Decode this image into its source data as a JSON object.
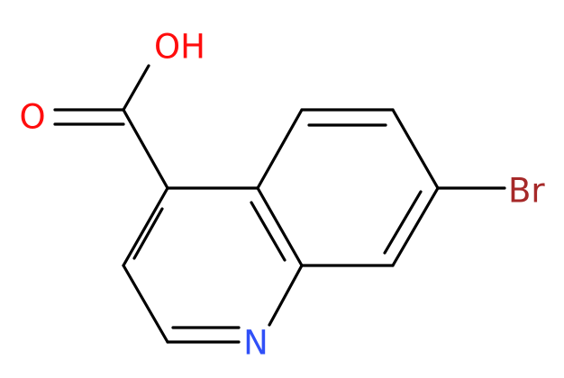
{
  "molecule": {
    "atoms": [
      {
        "id": "OH",
        "text": "OH",
        "color": "#ff0d0d"
      },
      {
        "id": "O",
        "text": "O",
        "color": "#ff0d0d"
      },
      {
        "id": "N",
        "text": "N",
        "color": "#3050f8"
      },
      {
        "id": "Br",
        "text": "Br",
        "color": "#a62929"
      }
    ],
    "bond_color": "#000000",
    "background": "#ffffff"
  }
}
